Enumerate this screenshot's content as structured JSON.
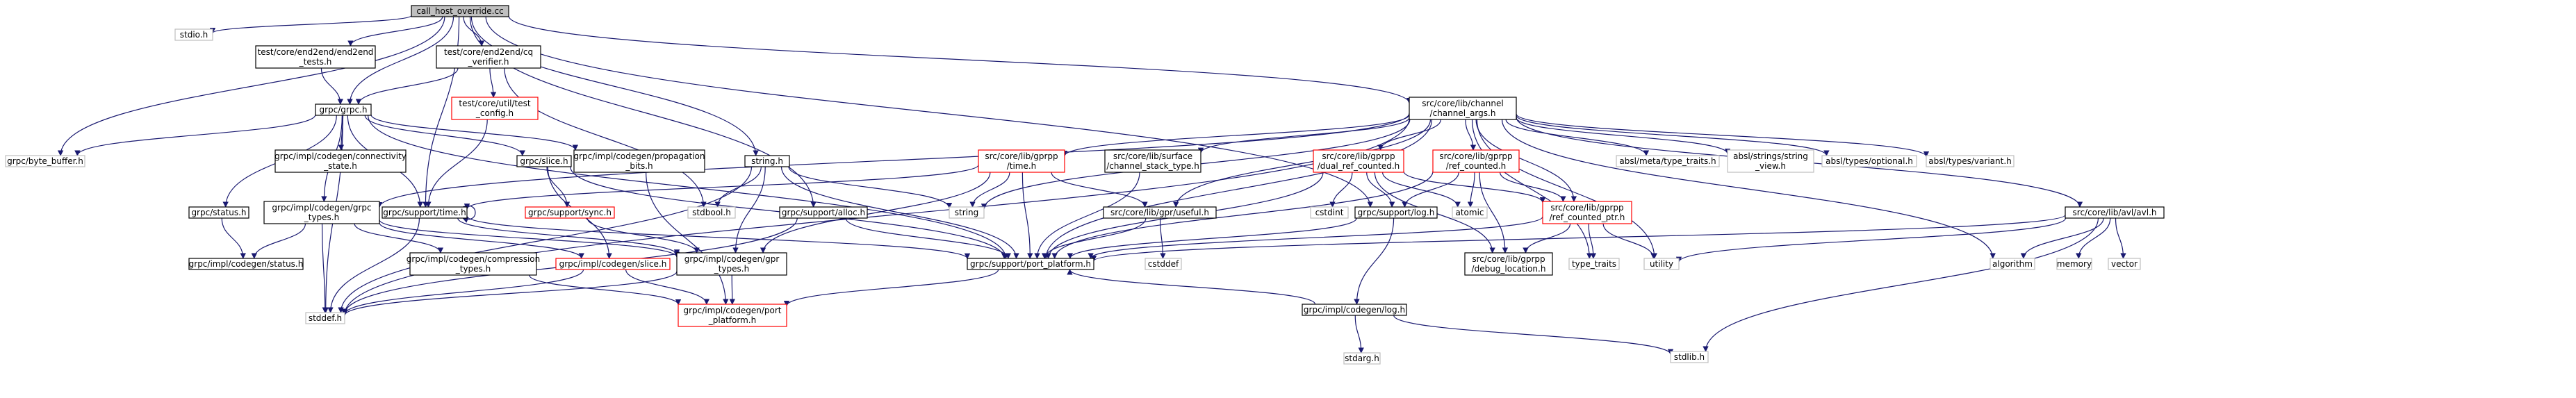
{
  "colors": {
    "edge": "#191970",
    "box_default": "#000000",
    "box_incomplete": "#ff0000",
    "box_external": "#bfbfbf",
    "fill_root": "#bfbfbf",
    "fill_default": "#ffffff",
    "text": "#000000"
  },
  "nodes": [
    {
      "id": "call_host",
      "lines": [
        "call_host_override.cc"
      ],
      "kind": "root"
    },
    {
      "id": "stdio",
      "lines": [
        "stdio.h"
      ],
      "kind": "external"
    },
    {
      "id": "e2e_tests",
      "lines": [
        "test/core/end2end/end2end",
        "_tests.h"
      ],
      "kind": "default"
    },
    {
      "id": "cq_verifier",
      "lines": [
        "test/core/end2end/cq",
        "_verifier.h"
      ],
      "kind": "default"
    },
    {
      "id": "test_config",
      "lines": [
        "test/core/util/test",
        "_config.h"
      ],
      "kind": "incomplete"
    },
    {
      "id": "grpc_h",
      "lines": [
        "grpc/grpc.h"
      ],
      "kind": "default"
    },
    {
      "id": "byte_buffer",
      "lines": [
        "grpc/byte_buffer.h"
      ],
      "kind": "external"
    },
    {
      "id": "connectivity",
      "lines": [
        "grpc/impl/codegen/connectivity",
        "_state.h"
      ],
      "kind": "default"
    },
    {
      "id": "slice_h",
      "lines": [
        "grpc/slice.h"
      ],
      "kind": "default"
    },
    {
      "id": "propagation",
      "lines": [
        "grpc/impl/codegen/propagation",
        "_bits.h"
      ],
      "kind": "default"
    },
    {
      "id": "status_h",
      "lines": [
        "grpc/status.h"
      ],
      "kind": "default"
    },
    {
      "id": "grpc_types",
      "lines": [
        "grpc/impl/codegen/grpc",
        "_types.h"
      ],
      "kind": "default"
    },
    {
      "id": "time_h",
      "lines": [
        "grpc/support/time.h"
      ],
      "kind": "default"
    },
    {
      "id": "sync_h",
      "lines": [
        "grpc/support/sync.h"
      ],
      "kind": "incomplete"
    },
    {
      "id": "codegen_status",
      "lines": [
        "grpc/impl/codegen/status.h"
      ],
      "kind": "default"
    },
    {
      "id": "compression",
      "lines": [
        "grpc/impl/codegen/compression",
        "_types.h"
      ],
      "kind": "default"
    },
    {
      "id": "codegen_slice",
      "lines": [
        "grpc/impl/codegen/slice.h"
      ],
      "kind": "incomplete"
    },
    {
      "id": "gpr_types",
      "lines": [
        "grpc/impl/codegen/gpr",
        "_types.h"
      ],
      "kind": "default"
    },
    {
      "id": "stddef",
      "lines": [
        "stddef.h"
      ],
      "kind": "external"
    },
    {
      "id": "codegen_port",
      "lines": [
        "grpc/impl/codegen/port",
        "_platform.h"
      ],
      "kind": "incomplete"
    },
    {
      "id": "string_h",
      "lines": [
        "string.h"
      ],
      "kind": "default"
    },
    {
      "id": "stdbool",
      "lines": [
        "stdbool.h"
      ],
      "kind": "external"
    },
    {
      "id": "alloc_h",
      "lines": [
        "grpc/support/alloc.h"
      ],
      "kind": "default"
    },
    {
      "id": "support_port",
      "lines": [
        "grpc/support/port_platform.h"
      ],
      "kind": "default"
    },
    {
      "id": "string",
      "lines": [
        "string"
      ],
      "kind": "external"
    },
    {
      "id": "channel_args",
      "lines": [
        "src/core/lib/channel",
        "/channel_args.h"
      ],
      "kind": "default"
    },
    {
      "id": "gprpp_time",
      "lines": [
        "src/core/lib/gprpp",
        "/time.h"
      ],
      "kind": "incomplete"
    },
    {
      "id": "channel_stack_type",
      "lines": [
        "src/core/lib/surface",
        "/channel_stack_type.h"
      ],
      "kind": "default"
    },
    {
      "id": "dual_ref",
      "lines": [
        "src/core/lib/gprpp",
        "/dual_ref_counted.h"
      ],
      "kind": "incomplete"
    },
    {
      "id": "ref_counted",
      "lines": [
        "src/core/lib/gprpp",
        "/ref_counted.h"
      ],
      "kind": "incomplete"
    },
    {
      "id": "gpr_useful",
      "lines": [
        "src/core/lib/gpr/useful.h"
      ],
      "kind": "default"
    },
    {
      "id": "cstdint",
      "lines": [
        "cstdint"
      ],
      "kind": "external"
    },
    {
      "id": "support_log",
      "lines": [
        "grpc/support/log.h"
      ],
      "kind": "default"
    },
    {
      "id": "atomic",
      "lines": [
        "atomic"
      ],
      "kind": "external"
    },
    {
      "id": "ref_counted_ptr",
      "lines": [
        "src/core/lib/gprpp",
        "/ref_counted_ptr.h"
      ],
      "kind": "incomplete"
    },
    {
      "id": "cstddef",
      "lines": [
        "cstddef"
      ],
      "kind": "external"
    },
    {
      "id": "codegen_log",
      "lines": [
        "grpc/impl/codegen/log.h"
      ],
      "kind": "default"
    },
    {
      "id": "stdarg",
      "lines": [
        "stdarg.h"
      ],
      "kind": "external"
    },
    {
      "id": "debug_location",
      "lines": [
        "src/core/lib/gprpp",
        "/debug_location.h"
      ],
      "kind": "default"
    },
    {
      "id": "type_traits",
      "lines": [
        "type_traits"
      ],
      "kind": "external"
    },
    {
      "id": "utility",
      "lines": [
        "utility"
      ],
      "kind": "external"
    },
    {
      "id": "absl_type_traits",
      "lines": [
        "absl/meta/type_traits.h"
      ],
      "kind": "external"
    },
    {
      "id": "absl_string_view",
      "lines": [
        "absl/strings/string",
        "_view.h"
      ],
      "kind": "external"
    },
    {
      "id": "absl_optional",
      "lines": [
        "absl/types/optional.h"
      ],
      "kind": "external"
    },
    {
      "id": "absl_variant",
      "lines": [
        "absl/types/variant.h"
      ],
      "kind": "external"
    },
    {
      "id": "avl_h",
      "lines": [
        "src/core/lib/avl/avl.h"
      ],
      "kind": "default"
    },
    {
      "id": "algorithm",
      "lines": [
        "algorithm"
      ],
      "kind": "external"
    },
    {
      "id": "memory",
      "lines": [
        "memory"
      ],
      "kind": "external"
    },
    {
      "id": "vector",
      "lines": [
        "vector"
      ],
      "kind": "external"
    },
    {
      "id": "stdlib",
      "lines": [
        "stdlib.h"
      ],
      "kind": "external"
    }
  ]
}
